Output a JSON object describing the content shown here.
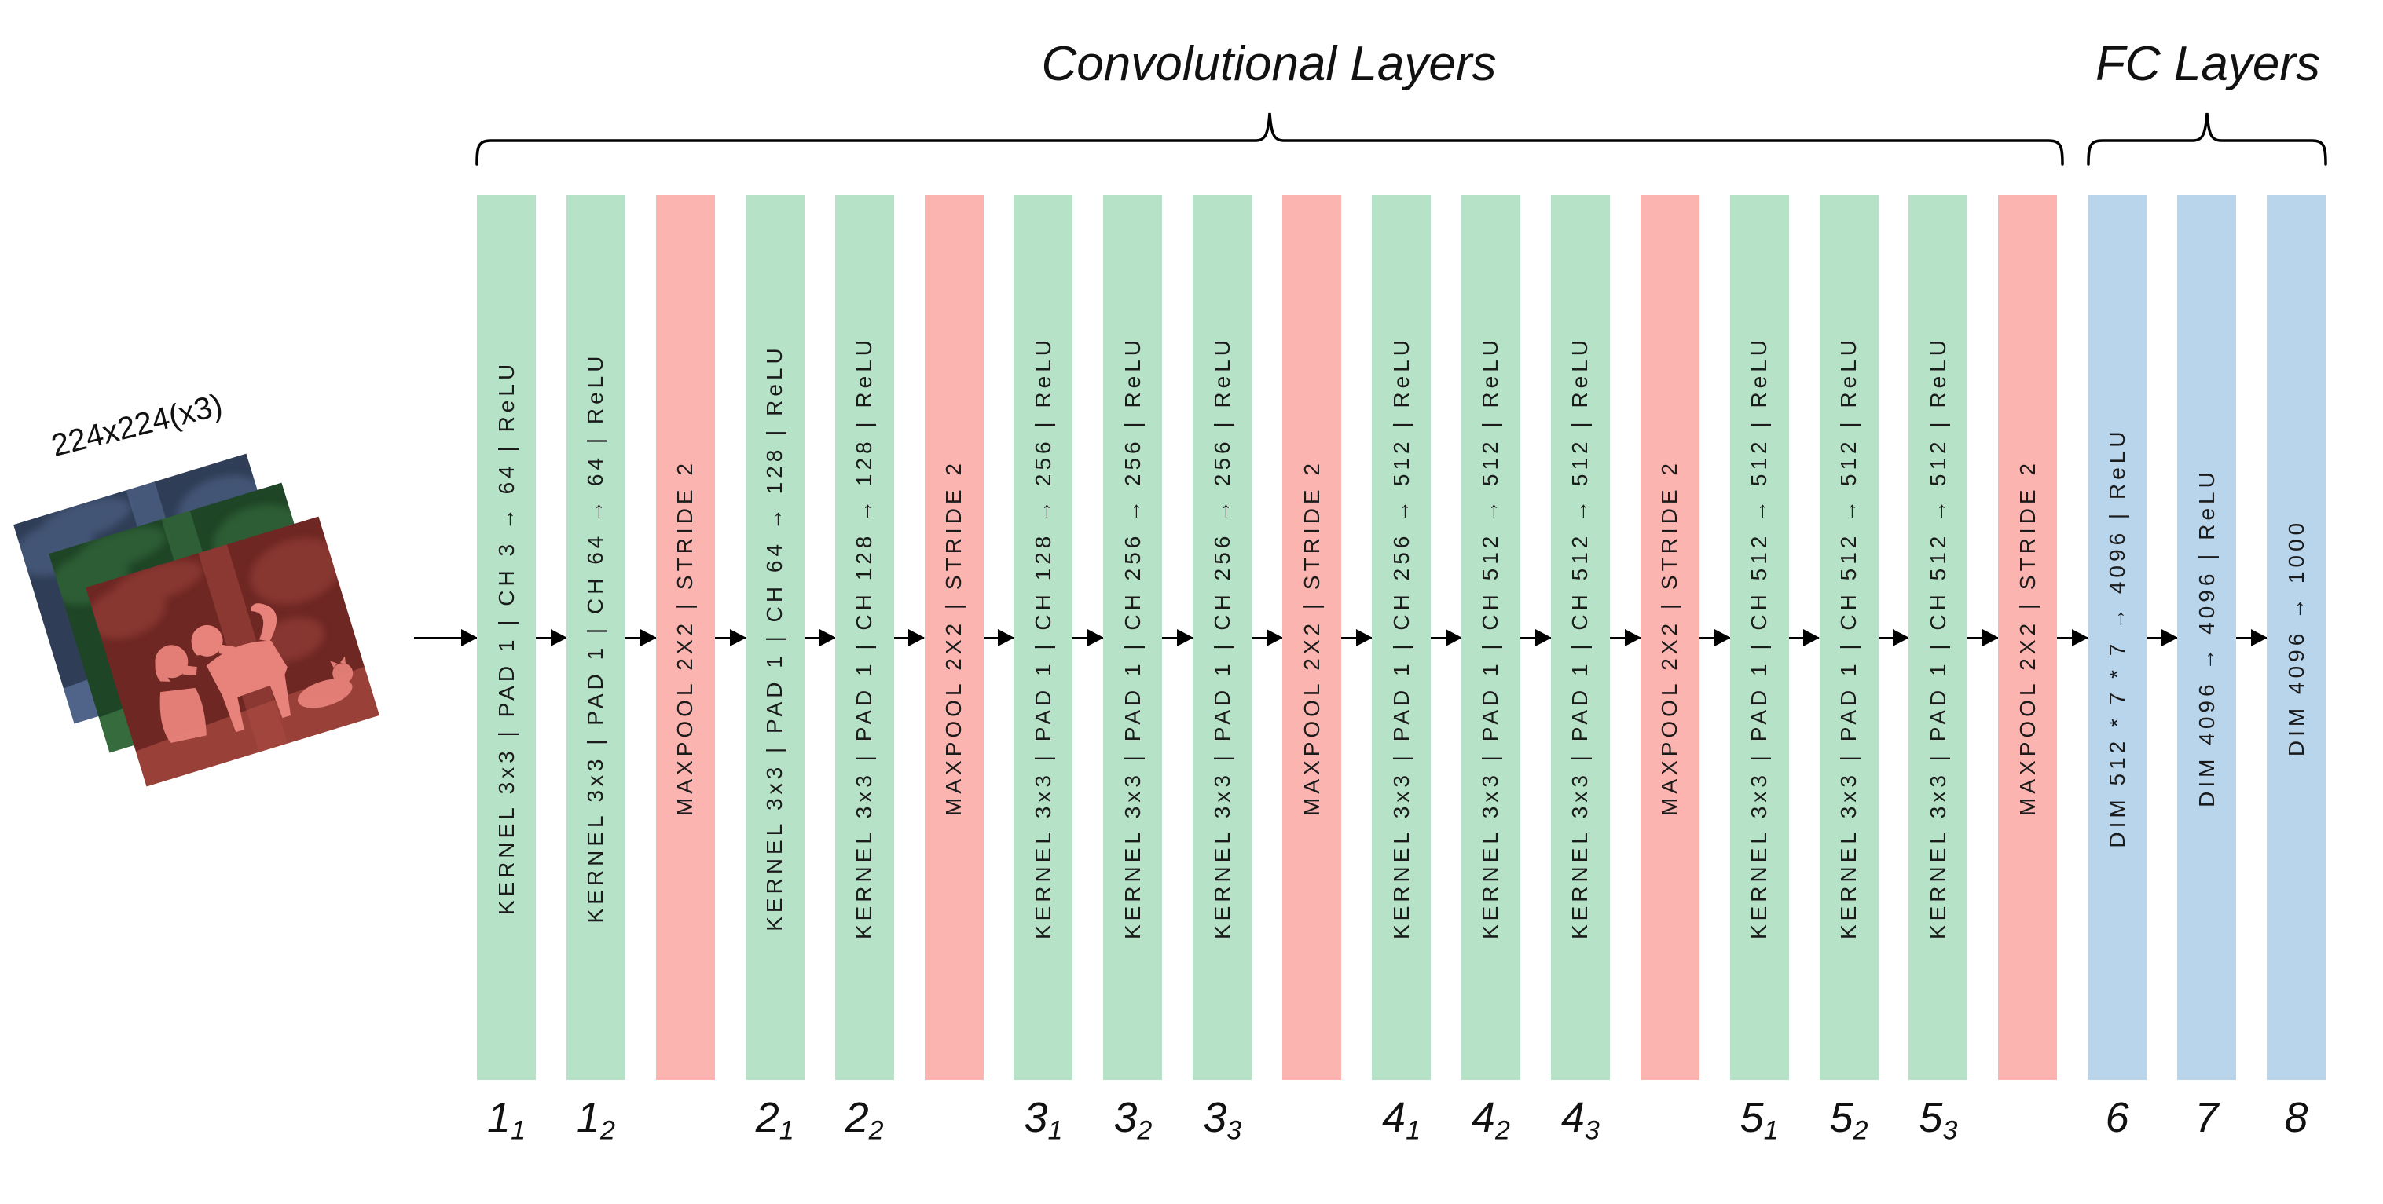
{
  "header": {
    "conv_section_title": "Convolutional Layers",
    "fc_section_title": "FC Layers"
  },
  "input": {
    "dimensions_label": "224x224(x3)",
    "channel_tints": {
      "blue": {
        "bg": "#2f3e56",
        "mid": "#5c719b",
        "light": "#a6bee8"
      },
      "green": {
        "bg": "#1e4526",
        "mid": "#3f7a46",
        "light": "#8cde90"
      },
      "red": {
        "bg": "#6e2723",
        "mid": "#a84a42",
        "light": "#e8837b"
      }
    }
  },
  "colors": {
    "conv": "#b6e3c8",
    "pool": "#fbb4af",
    "fc": "#b8d5ec",
    "text": "#1b1b1b",
    "arrow": "#000000"
  },
  "layers": [
    {
      "type": "conv",
      "text": "KERNEL 3x3 | PAD 1 | CH 3 → 64 | ReLU",
      "label_main": "1",
      "label_sub": "1"
    },
    {
      "type": "conv",
      "text": "KERNEL 3x3 | PAD 1 | CH 64 → 64 | ReLU",
      "label_main": "1",
      "label_sub": "2"
    },
    {
      "type": "pool",
      "text": "MAXPOOL 2X2 | STRIDE 2",
      "label_main": "",
      "label_sub": ""
    },
    {
      "type": "conv",
      "text": "KERNEL 3x3 | PAD 1 | CH 64 → 128 | ReLU",
      "label_main": "2",
      "label_sub": "1"
    },
    {
      "type": "conv",
      "text": "KERNEL 3x3 | PAD 1 | CH 128 → 128 | ReLU",
      "label_main": "2",
      "label_sub": "2"
    },
    {
      "type": "pool",
      "text": "MAXPOOL 2X2 | STRIDE 2",
      "label_main": "",
      "label_sub": ""
    },
    {
      "type": "conv",
      "text": "KERNEL 3x3 | PAD 1 | CH 128 → 256 | ReLU",
      "label_main": "3",
      "label_sub": "1"
    },
    {
      "type": "conv",
      "text": "KERNEL 3x3 | PAD 1 | CH 256 → 256 | ReLU",
      "label_main": "3",
      "label_sub": "2"
    },
    {
      "type": "conv",
      "text": "KERNEL 3x3 | PAD 1 | CH 256 → 256 | ReLU",
      "label_main": "3",
      "label_sub": "3"
    },
    {
      "type": "pool",
      "text": "MAXPOOL 2X2 | STRIDE 2",
      "label_main": "",
      "label_sub": ""
    },
    {
      "type": "conv",
      "text": "KERNEL 3x3 | PAD 1 | CH 256 → 512 | ReLU",
      "label_main": "4",
      "label_sub": "1"
    },
    {
      "type": "conv",
      "text": "KERNEL 3x3 | PAD 1 | CH 512 → 512 | ReLU",
      "label_main": "4",
      "label_sub": "2"
    },
    {
      "type": "conv",
      "text": "KERNEL 3x3 | PAD 1 | CH 512 → 512 | ReLU",
      "label_main": "4",
      "label_sub": "3"
    },
    {
      "type": "pool",
      "text": "MAXPOOL 2X2 | STRIDE 2",
      "label_main": "",
      "label_sub": ""
    },
    {
      "type": "conv",
      "text": "KERNEL 3x3 | PAD 1 | CH 512 → 512 | ReLU",
      "label_main": "5",
      "label_sub": "1"
    },
    {
      "type": "conv",
      "text": "KERNEL 3x3 | PAD 1 | CH 512 → 512 | ReLU",
      "label_main": "5",
      "label_sub": "2"
    },
    {
      "type": "conv",
      "text": "KERNEL 3x3 | PAD 1 | CH 512 → 512 | ReLU",
      "label_main": "5",
      "label_sub": "3"
    },
    {
      "type": "pool",
      "text": "MAXPOOL 2X2 | STRIDE 2",
      "label_main": "",
      "label_sub": ""
    },
    {
      "type": "fc",
      "text": "DIM 512 * 7 * 7 → 4096 | ReLU",
      "label_main": "6",
      "label_sub": ""
    },
    {
      "type": "fc",
      "text": "DIM 4096 → 4096 | ReLU",
      "label_main": "7",
      "label_sub": ""
    },
    {
      "type": "fc",
      "text": "DIM 4096 → 1000",
      "label_main": "8",
      "label_sub": ""
    }
  ]
}
